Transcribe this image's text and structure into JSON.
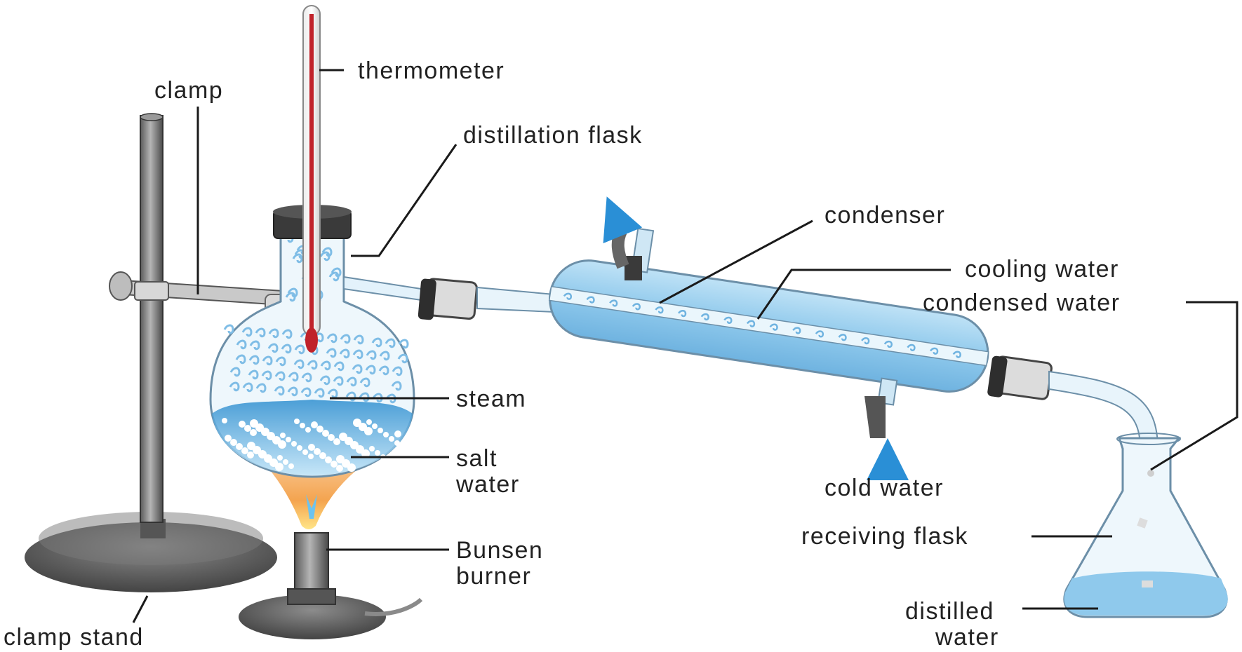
{
  "labels": {
    "thermometer": "thermometer",
    "clamp": "clamp",
    "distillation_flask": "distillation flask",
    "condenser": "condenser",
    "cooling_water": "cooling water",
    "condensed_water": "condensed water",
    "steam": "steam",
    "salt_water_1": "salt",
    "salt_water_2": "water",
    "cold_water": "cold water",
    "receiving_flask": "receiving flask",
    "bunsen_1": "Bunsen",
    "bunsen_2": "burner",
    "distilled_1": "distilled",
    "distilled_2": "water",
    "clamp_stand": "clamp stand"
  },
  "colors": {
    "water": "#8fc9ec",
    "water_deep": "#2f8fd0",
    "glass_outline": "#6c8fa8",
    "metal": "#8a8a8a",
    "metal_dark": "#3a3a3a",
    "thermo_red": "#c0222a",
    "flame_orange": "#f5a24a",
    "arrow_blue": "#2a8fd6"
  }
}
